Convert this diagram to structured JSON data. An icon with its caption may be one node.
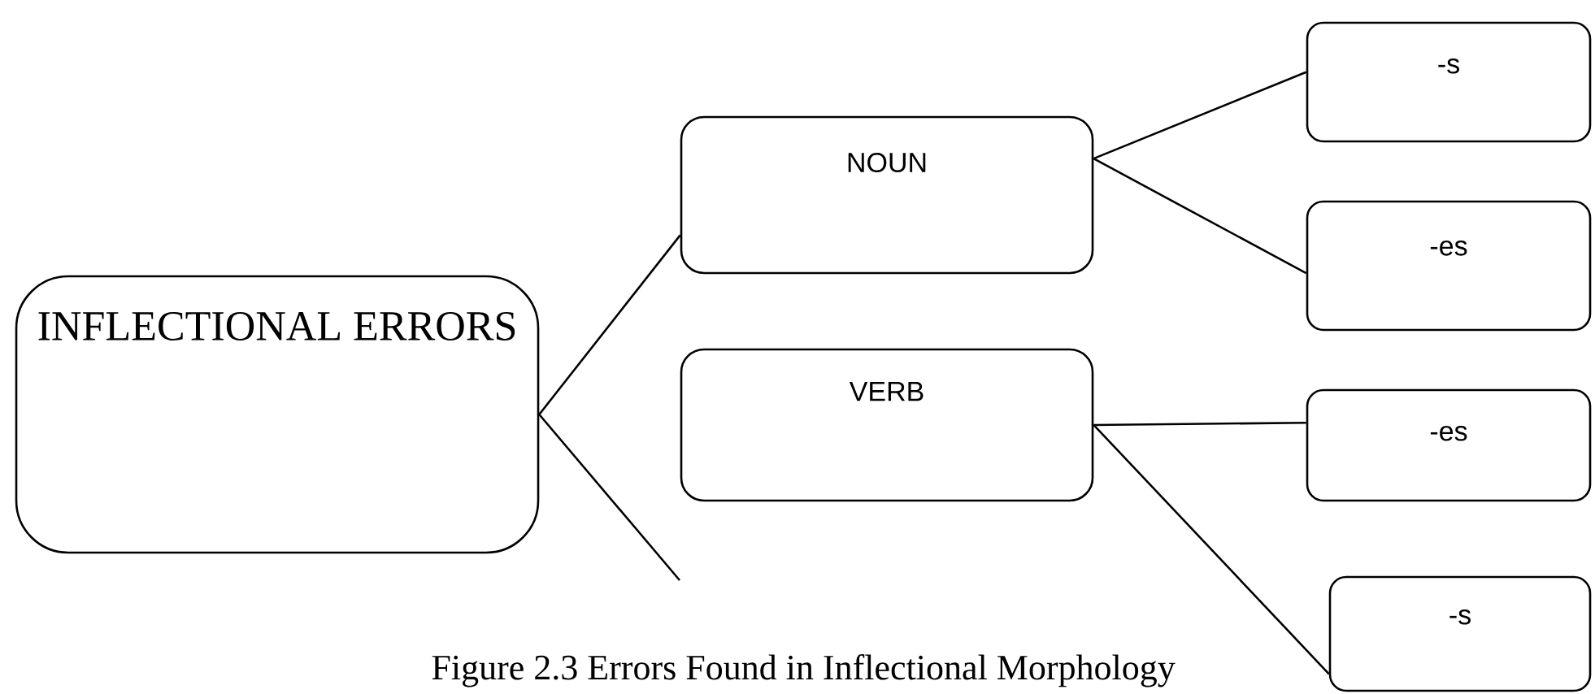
{
  "diagram": {
    "caption": "Figure 2.3 Errors Found in Inflectional Morphology",
    "nodes": [
      {
        "text": [
          "INFLECTIONAL ERRORS"
        ]
      },
      {
        "text": [
          "NOUN"
        ]
      },
      {
        "text": [
          "VERB"
        ]
      },
      {
        "text": [
          "-s"
        ]
      },
      {
        "text": [
          "-es"
        ]
      },
      {
        "text": [
          "-es"
        ]
      },
      {
        "text": [
          "-s"
        ]
      }
    ],
    "edges": [
      {
        "from": 0,
        "to": 1,
        "arrow": "none"
      },
      {
        "from": 0,
        "to": null,
        "arrow": "none"
      },
      {
        "from": 1,
        "to": 3,
        "arrow": "none"
      },
      {
        "from": 1,
        "to": 4,
        "arrow": "none"
      },
      {
        "from": 2,
        "to": 5,
        "arrow": "none"
      },
      {
        "from": 2,
        "to": 6,
        "arrow": "none"
      }
    ]
  }
}
